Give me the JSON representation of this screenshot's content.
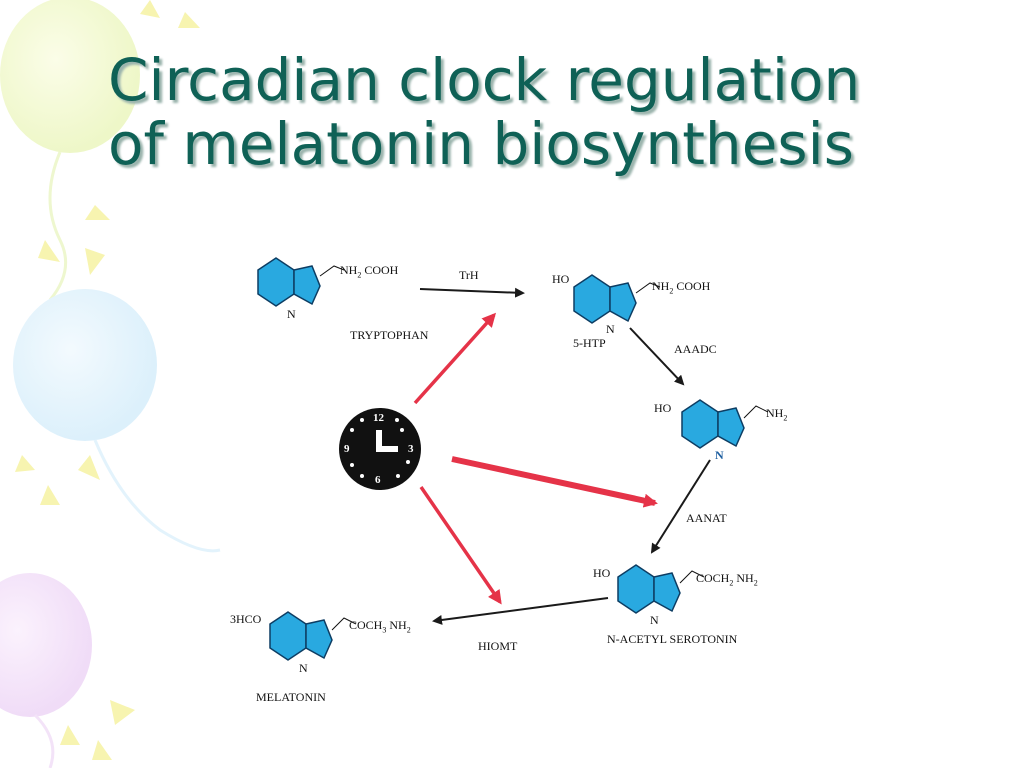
{
  "slide": {
    "title_line1": "Circadian clock regulation",
    "title_line2": "of melatonin biosynthesis"
  },
  "colors": {
    "title": "#0f6156",
    "ring_blue": "#29a9e0",
    "red_arrow": "#e53348",
    "black_arrow": "#1a1a1a"
  },
  "molecules": {
    "tryptophan": {
      "name": "TRYPTOPHAN",
      "side_chain": "NH",
      "side_sub": "2",
      "side_tail": " COOH",
      "n": "N"
    },
    "htp": {
      "name": "5-HTP",
      "ho": "HO",
      "side_chain": "NH",
      "side_sub": "2",
      "side_tail": " COOH",
      "n": "N"
    },
    "serotonin": {
      "ho": "HO",
      "side_chain": "NH",
      "side_sub": "2",
      "n": "N"
    },
    "n_acetyl_serotonin": {
      "name": "N-ACETYL SEROTONIN",
      "ho": "HO",
      "side_chain": "COCH",
      "side_sub": "2",
      "side_tail": " NH",
      "side_sub2": "2",
      "n": "N"
    },
    "melatonin": {
      "name": "MELATONIN",
      "ho": "3HCO",
      "side_chain": "COCH",
      "side_sub": "3",
      "side_tail": " NH",
      "side_sub2": "2",
      "n": "N"
    }
  },
  "enzymes": {
    "trh": "TrH",
    "aaadc": "AAADC",
    "aanat": "AANAT",
    "hiomt": "HIOMT"
  },
  "clock": {
    "n12": "12",
    "n3": "3",
    "n6": "6",
    "n9": "9"
  },
  "icons": [
    "balloon-decoration",
    "clock-icon",
    "indole-ring"
  ]
}
